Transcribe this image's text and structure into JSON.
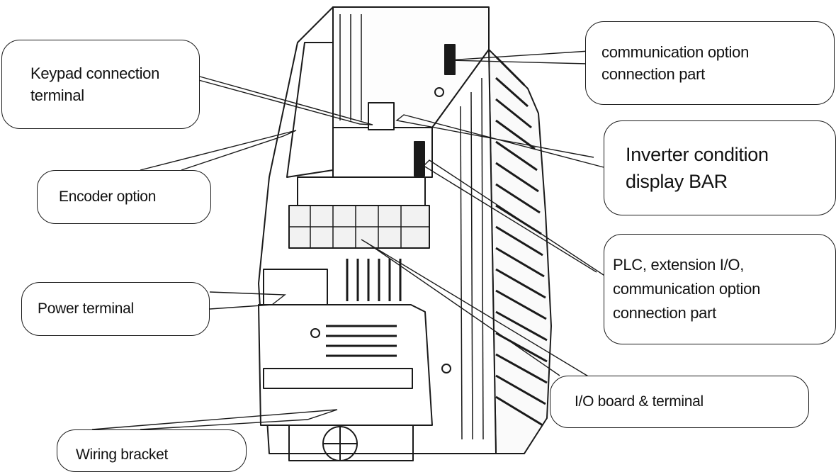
{
  "diagram": {
    "subject": "inverter-unit-line-drawing",
    "line_color": "#1a1a1a",
    "callouts": [
      {
        "id": "keypad",
        "lines": [
          "Keypad connection",
          "terminal"
        ]
      },
      {
        "id": "comm",
        "lines": [
          "communication option",
          "connection part"
        ]
      },
      {
        "id": "enc",
        "lines": [
          "Encoder option"
        ]
      },
      {
        "id": "inv",
        "lines": [
          "Inverter condition",
          "display BAR"
        ]
      },
      {
        "id": "plc",
        "lines": [
          "PLC, extension I/O,",
          "communication option",
          "connection part"
        ]
      },
      {
        "id": "power",
        "lines": [
          "Power terminal"
        ]
      },
      {
        "id": "io",
        "lines": [
          "I/O board & terminal"
        ]
      },
      {
        "id": "wiring",
        "lines": [
          "Wiring bracket"
        ]
      }
    ]
  }
}
